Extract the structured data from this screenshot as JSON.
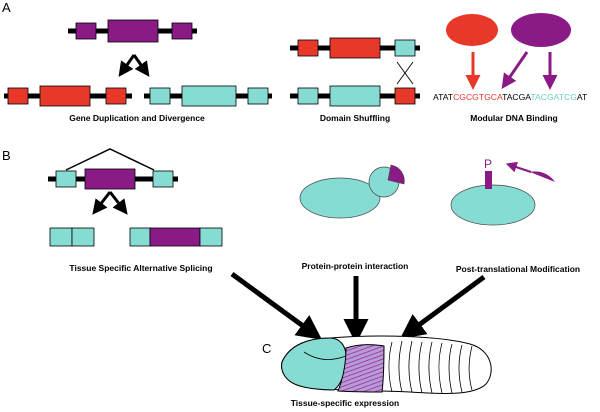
{
  "colors": {
    "purple": "#8a1a85",
    "red": "#e8382a",
    "cyan": "#86dcd3",
    "black": "#000000",
    "stripe": "#b44ab0"
  },
  "panels": {
    "a": "A",
    "b": "B",
    "c": "C"
  },
  "captions": {
    "gene_duplication": "Gene Duplication and Divergence",
    "domain_shuffling": "Domain Shuffling",
    "modular_dna_binding": "Modular DNA Binding",
    "alt_splicing": "Tissue Specific Alternative Splicing",
    "protein_interaction": "Protein-protein interaction",
    "ptm": "Post-translational Modification",
    "tissue_expression": "Tissue-specific expression"
  },
  "dna_sequence": {
    "seg1": "ATAT",
    "seg2": "CGCGTGCA",
    "seg3": "TACGA",
    "seg4": "TACGATCG",
    "seg5": "AT"
  },
  "phospho_label": "P"
}
